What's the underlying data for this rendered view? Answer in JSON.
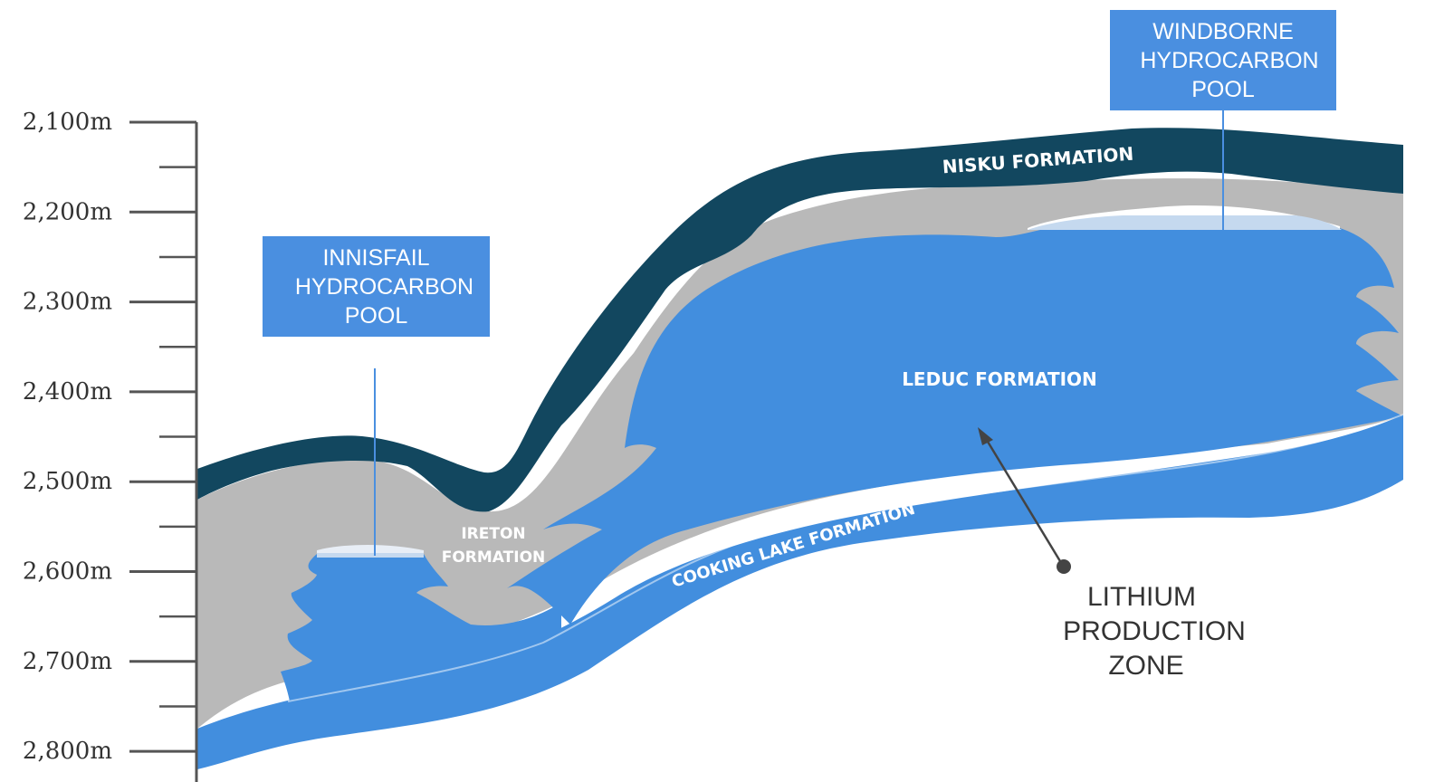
{
  "depth_axis": {
    "labels": [
      "2,100m",
      "2,200m",
      "2,300m",
      "2,400m",
      "2,500m",
      "2,600m",
      "2,700m",
      "2,800m"
    ]
  },
  "callouts": {
    "innisfail": {
      "lines": [
        "INNISFAIL",
        "HYDROCARBON",
        "POOL"
      ]
    },
    "windborne": {
      "lines": [
        "WINDBORNE",
        "HYDROCARBON",
        "POOL"
      ]
    }
  },
  "formations": {
    "nisku": "NISKU FORMATION",
    "leduc": "LEDUC FORMATION",
    "ireton_line1": "IRETON",
    "ireton_line2": "FORMATION",
    "cooking_lake": "COOKING LAKE FORMATION"
  },
  "zone": {
    "lines": [
      "LITHIUM",
      "PRODUCTION",
      "ZONE"
    ]
  },
  "colors": {
    "nisku": "#12475f",
    "ireton": "#b9b9b9",
    "leduc": "#428ede",
    "cooking_lake": "#428ede",
    "hydrocarbon": "#c5d9ef",
    "callout": "#4a8fe0",
    "axis": "#555555"
  }
}
